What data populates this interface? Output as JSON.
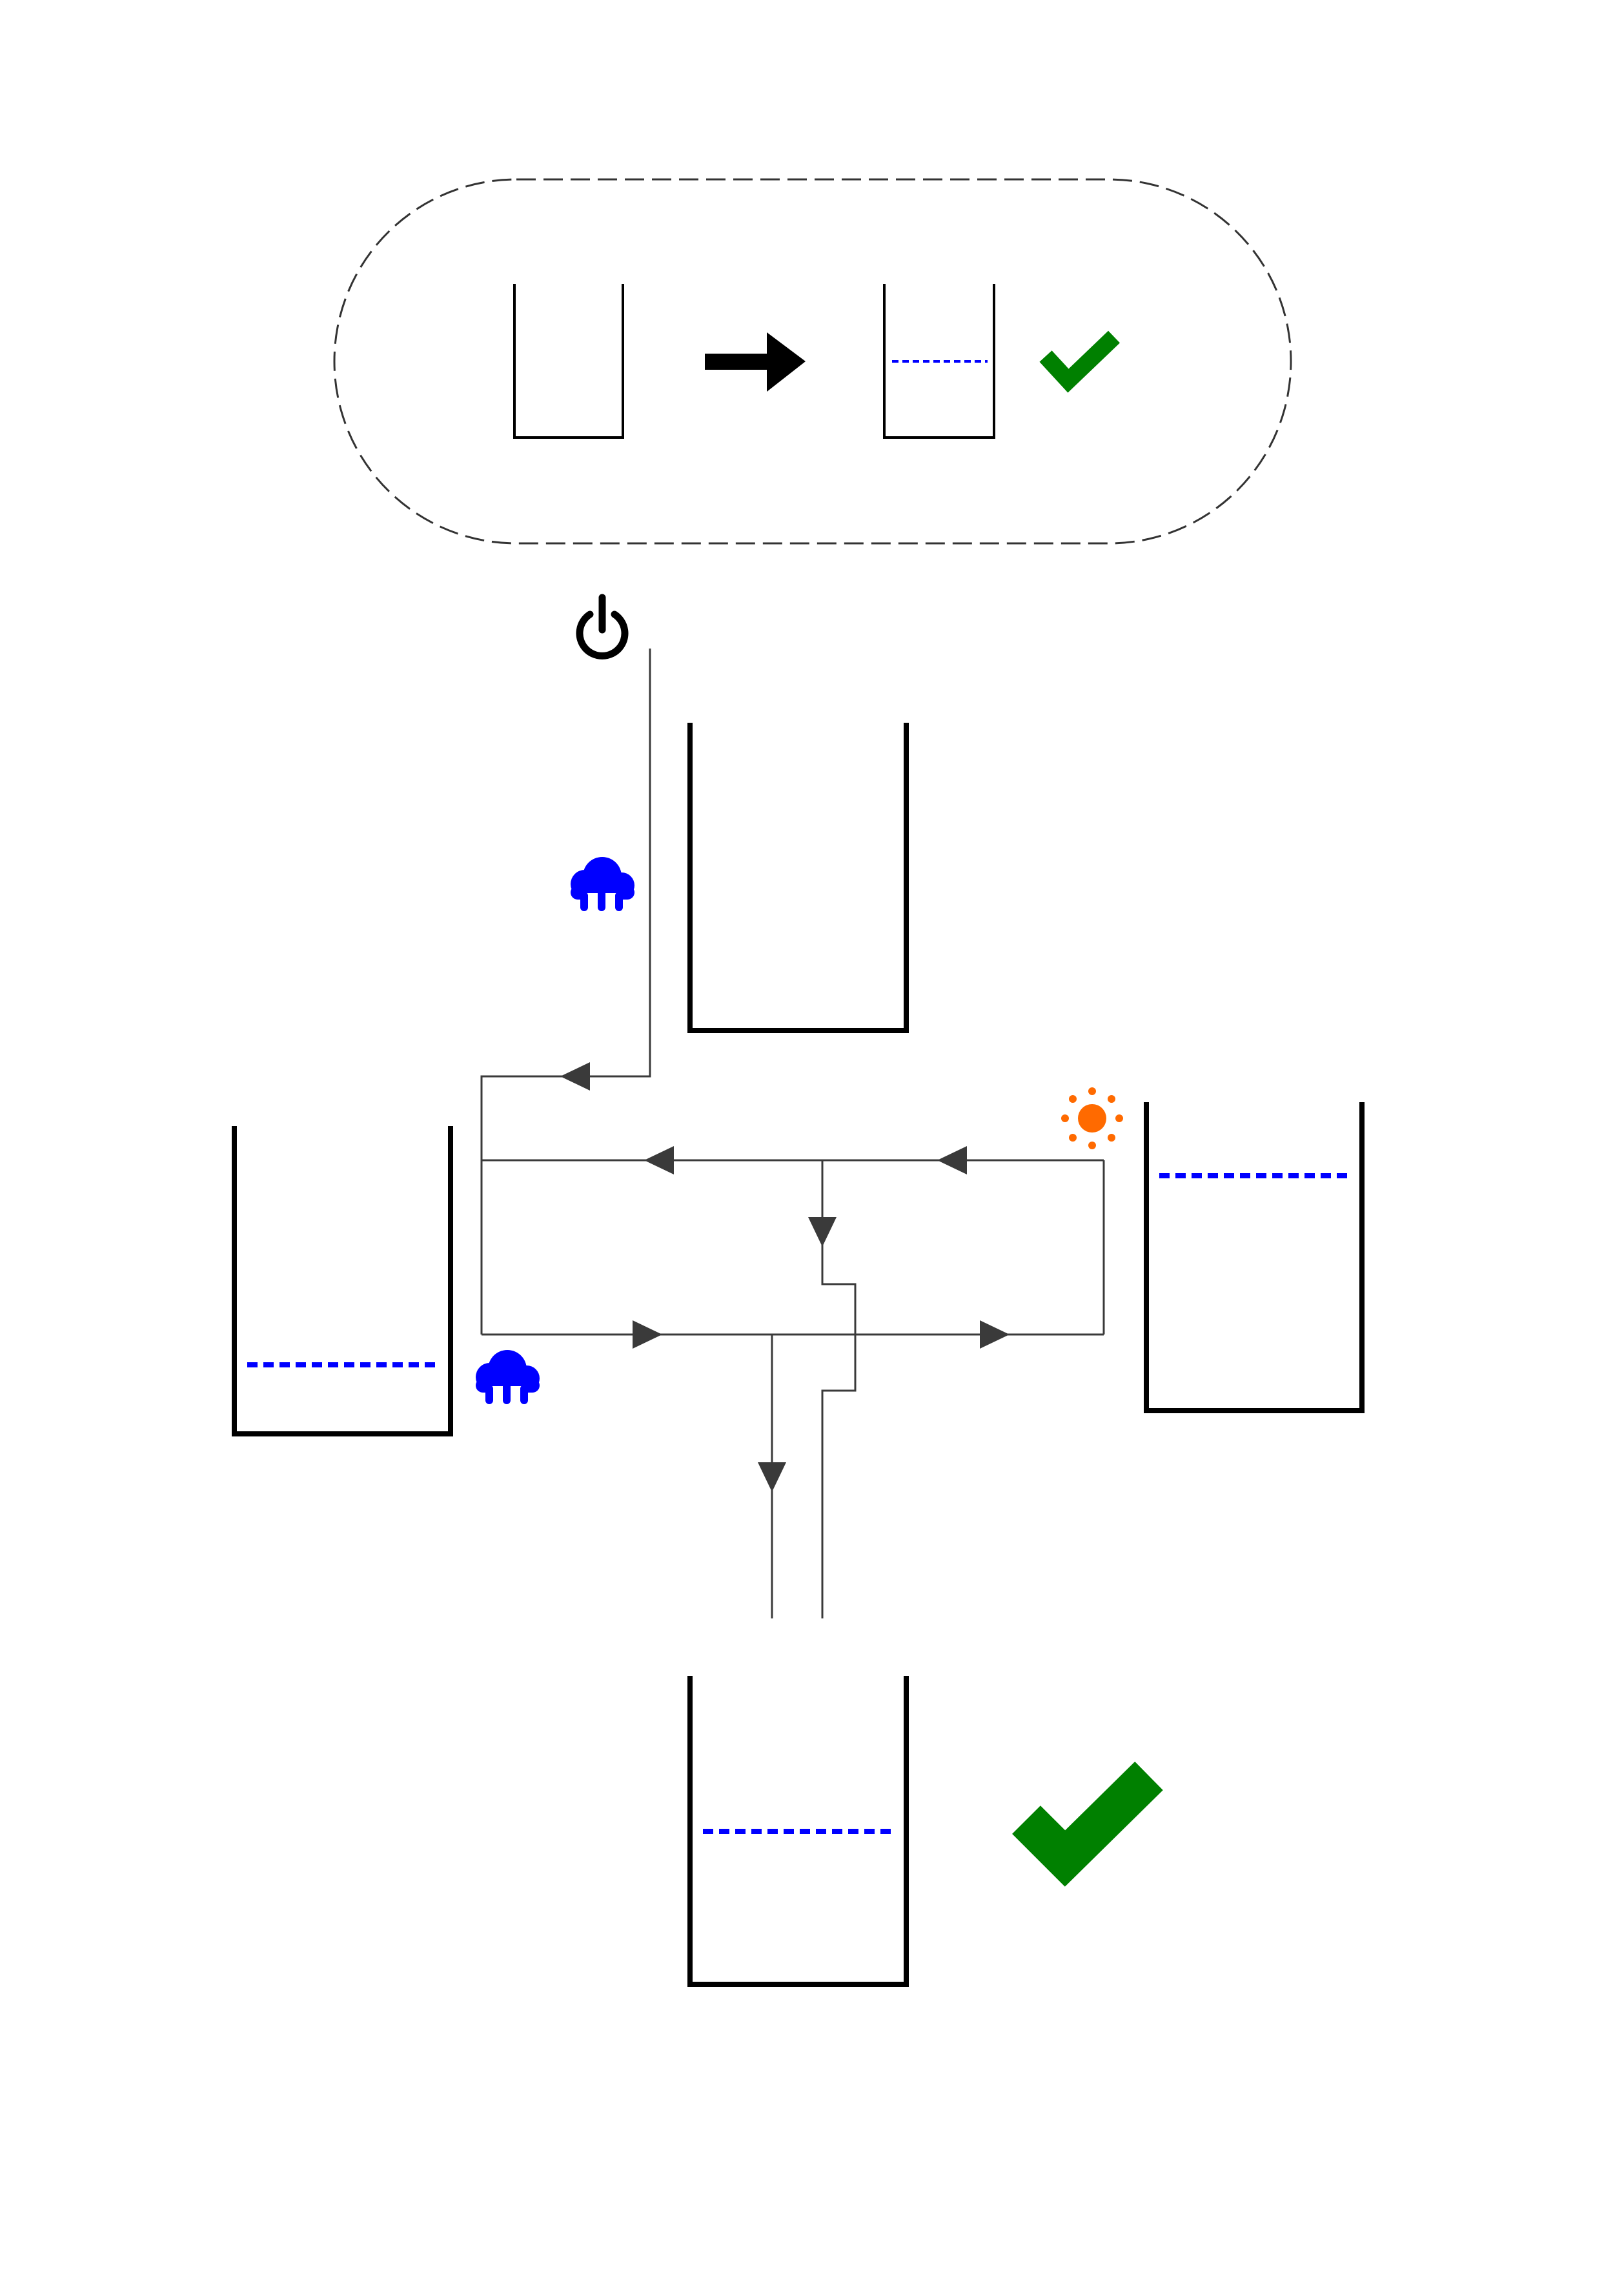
{
  "colors": {
    "stroke": "#000000",
    "water": "#0000ff",
    "pipe": "#3a3a3a",
    "arrow": "#3a3a3a",
    "check": "#008000",
    "sun": "#ff6a00",
    "rain": "#0000ff",
    "outline": "#333333"
  },
  "legend": {
    "start_container": "empty",
    "end_container": "water-level",
    "arrow_icon": "right-arrow-icon",
    "status_icon": "checkmark-icon"
  },
  "icons": {
    "power": "power-icon",
    "rain_top": "rain-cloud-icon",
    "rain_left": "rain-cloud-icon",
    "sun": "sun-icon",
    "success": "checkmark-icon"
  },
  "containers": [
    {
      "id": "top",
      "fill_level": 0
    },
    {
      "id": "left",
      "fill_level": 0.3
    },
    {
      "id": "right",
      "fill_level": 0.75
    },
    {
      "id": "bottom",
      "fill_level": 0.5
    }
  ]
}
